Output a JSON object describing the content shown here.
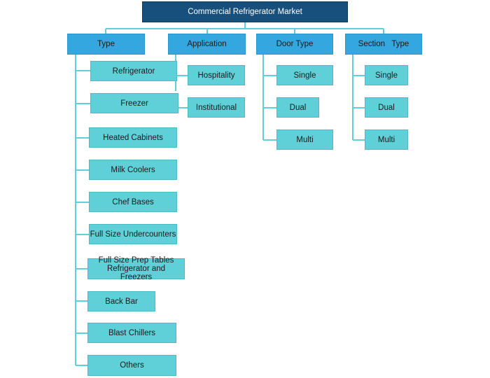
{
  "root": {
    "label": "Commercial Refrigerator Market"
  },
  "headers": {
    "type": "Type",
    "application": "Application",
    "door_type": "Door Type",
    "section_type": "Section   Type"
  },
  "type_items": [
    "Refrigerator",
    "Freezer",
    "Heated Cabinets",
    "Milk Coolers",
    "Chef Bases",
    "Full Size Undercounters",
    "Full Size Prep Tables Refrigerator and Freezers",
    "Back Bar",
    "Blast Chillers",
    "Others"
  ],
  "application_items": [
    "Hospitality",
    "Institutional"
  ],
  "door_type_items": [
    "Single",
    "Dual",
    "Multi"
  ],
  "section_type_items": [
    "Single",
    "Dual",
    "Multi"
  ],
  "colors": {
    "root_fill": "#17507c",
    "header_fill": "#34a6e0",
    "leaf_fill": "#5fd0d8",
    "connector": "#5fd0d8"
  }
}
